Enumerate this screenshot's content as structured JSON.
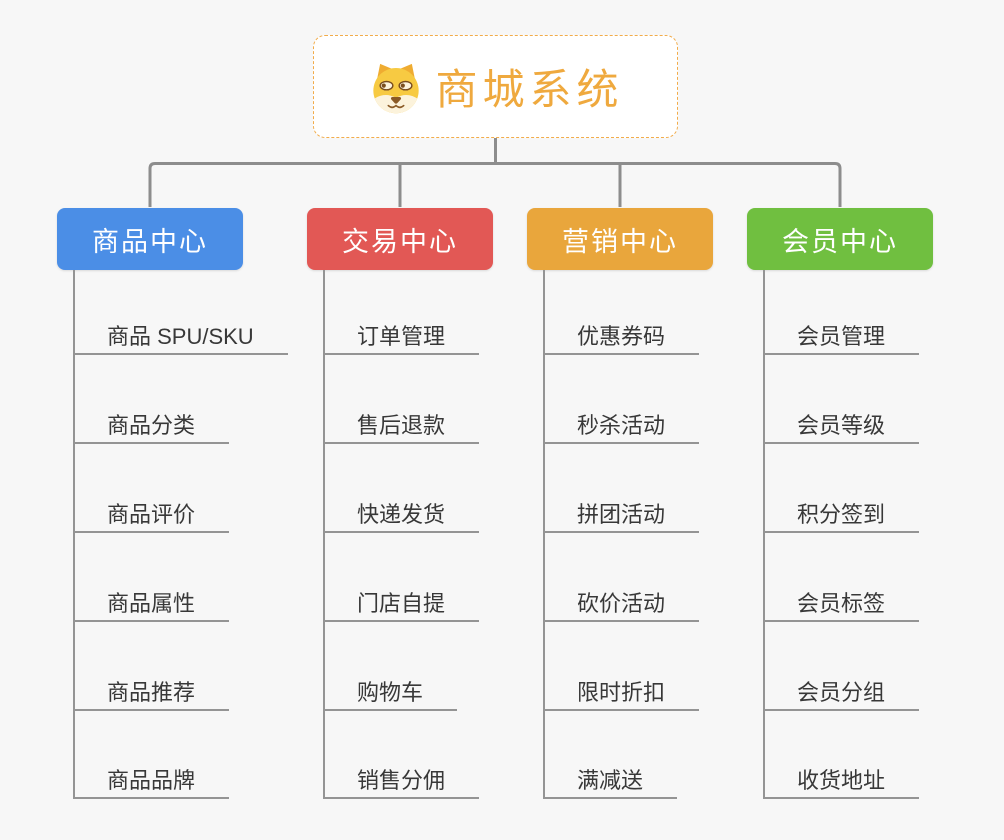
{
  "root": {
    "title": "商城系统",
    "icon": "dog-face-icon",
    "text_color": "#efa93e",
    "border_color": "#f2ac4a"
  },
  "branches": [
    {
      "id": "product-center",
      "label": "商品中心",
      "color": "#4b8ee6",
      "children": [
        "商品 SPU/SKU",
        "商品分类",
        "商品评价",
        "商品属性",
        "商品推荐",
        "商品品牌"
      ]
    },
    {
      "id": "trade-center",
      "label": "交易中心",
      "color": "#e25855",
      "children": [
        "订单管理",
        "售后退款",
        "快递发货",
        "门店自提",
        "购物车",
        "销售分佣"
      ]
    },
    {
      "id": "marketing-center",
      "label": "营销中心",
      "color": "#e9a63c",
      "children": [
        "优惠券码",
        "秒杀活动",
        "拼团活动",
        "砍价活动",
        "限时折扣",
        "满减送"
      ]
    },
    {
      "id": "member-center",
      "label": "会员中心",
      "color": "#70bf40",
      "children": [
        "会员管理",
        "会员等级",
        "积分签到",
        "会员标签",
        "会员分组",
        "收货地址"
      ]
    }
  ],
  "connector_color": "#8d8d8d",
  "child_line_color": "#949494"
}
